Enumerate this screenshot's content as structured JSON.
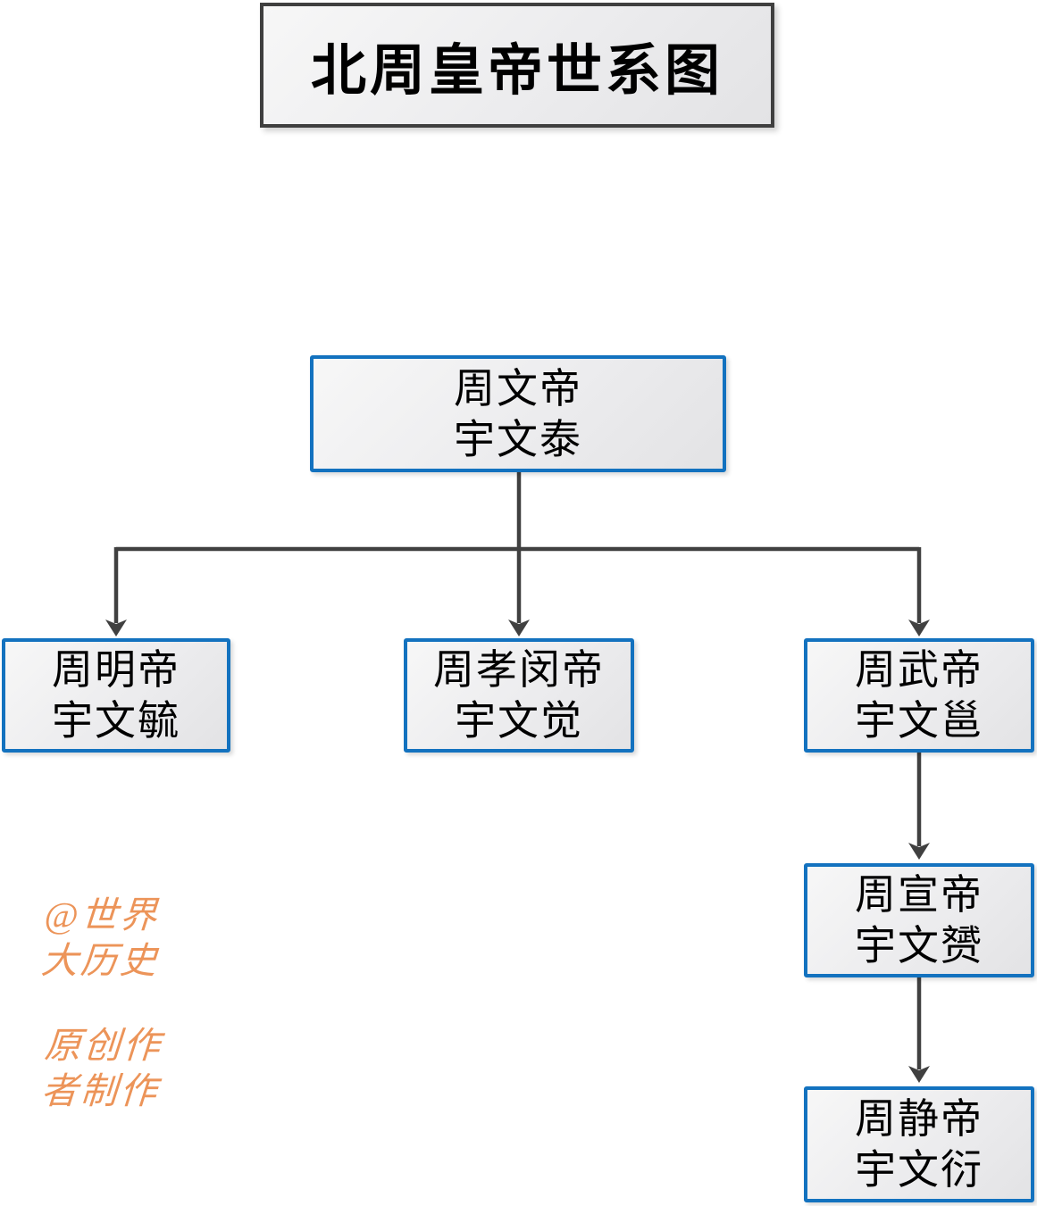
{
  "title": "北周皇帝世系图",
  "nodes": {
    "wen": {
      "title": "周文帝",
      "name": "宇文泰"
    },
    "ming": {
      "title": "周明帝",
      "name": "宇文毓"
    },
    "xiaomin": {
      "title": "周孝闵帝",
      "name": "宇文觉"
    },
    "wu": {
      "title": "周武帝",
      "name": "宇文邕"
    },
    "xuan": {
      "title": "周宣帝",
      "name": "宇文赟"
    },
    "jing": {
      "title": "周静帝",
      "name": "宇文衍"
    }
  },
  "relations": [
    {
      "from": "wen",
      "to": "ming"
    },
    {
      "from": "wen",
      "to": "xiaomin"
    },
    {
      "from": "wen",
      "to": "wu"
    },
    {
      "from": "wu",
      "to": "xuan"
    },
    {
      "from": "xuan",
      "to": "jing"
    }
  ],
  "watermark": {
    "block1_line1": "@世界",
    "block1_line2": "大历史",
    "block2_line1": "原创作",
    "block2_line2": "者制作"
  },
  "colors": {
    "node_border": "#1372BF",
    "connector": "#404040",
    "title_border": "#3F3F3F",
    "watermark": "#EC9459"
  }
}
